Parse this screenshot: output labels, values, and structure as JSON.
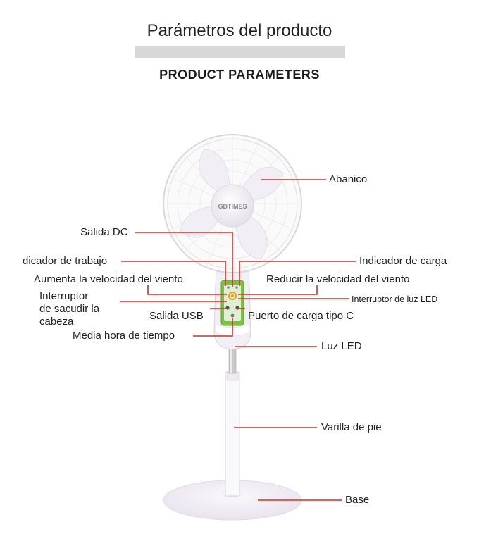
{
  "header": {
    "title_es": "Parámetros del producto",
    "title_en": "PRODUCT  PARAMETERS"
  },
  "product": {
    "brand": "GDTIMES"
  },
  "labels": {
    "fan": "Abanico",
    "dc_output": "Salida DC",
    "work_indicator": "dicador de trabajo",
    "charge_indicator": "Indicador de carga",
    "speed_up": "Aumenta la velocidad del viento",
    "speed_down": "Reducir la velocidad del viento",
    "shake_switch_1": "Interruptor",
    "shake_switch_2": "de sacudir la",
    "shake_switch_3": "cabeza",
    "led_switch": "Interruptor de luz LED",
    "usb_output": "Salida USB",
    "typec_port": "Puerto de carga tipo C",
    "half_hour_timer": "Media hora de tiempo",
    "led_light": "Luz LED",
    "stand_rod": "Varilla de pie",
    "base": "Base"
  },
  "colors": {
    "leader_line": "#c0392b",
    "panel_green": "#7cc242",
    "fan_body": "#f4f1f6",
    "title_bar": "#d8d8d8"
  }
}
